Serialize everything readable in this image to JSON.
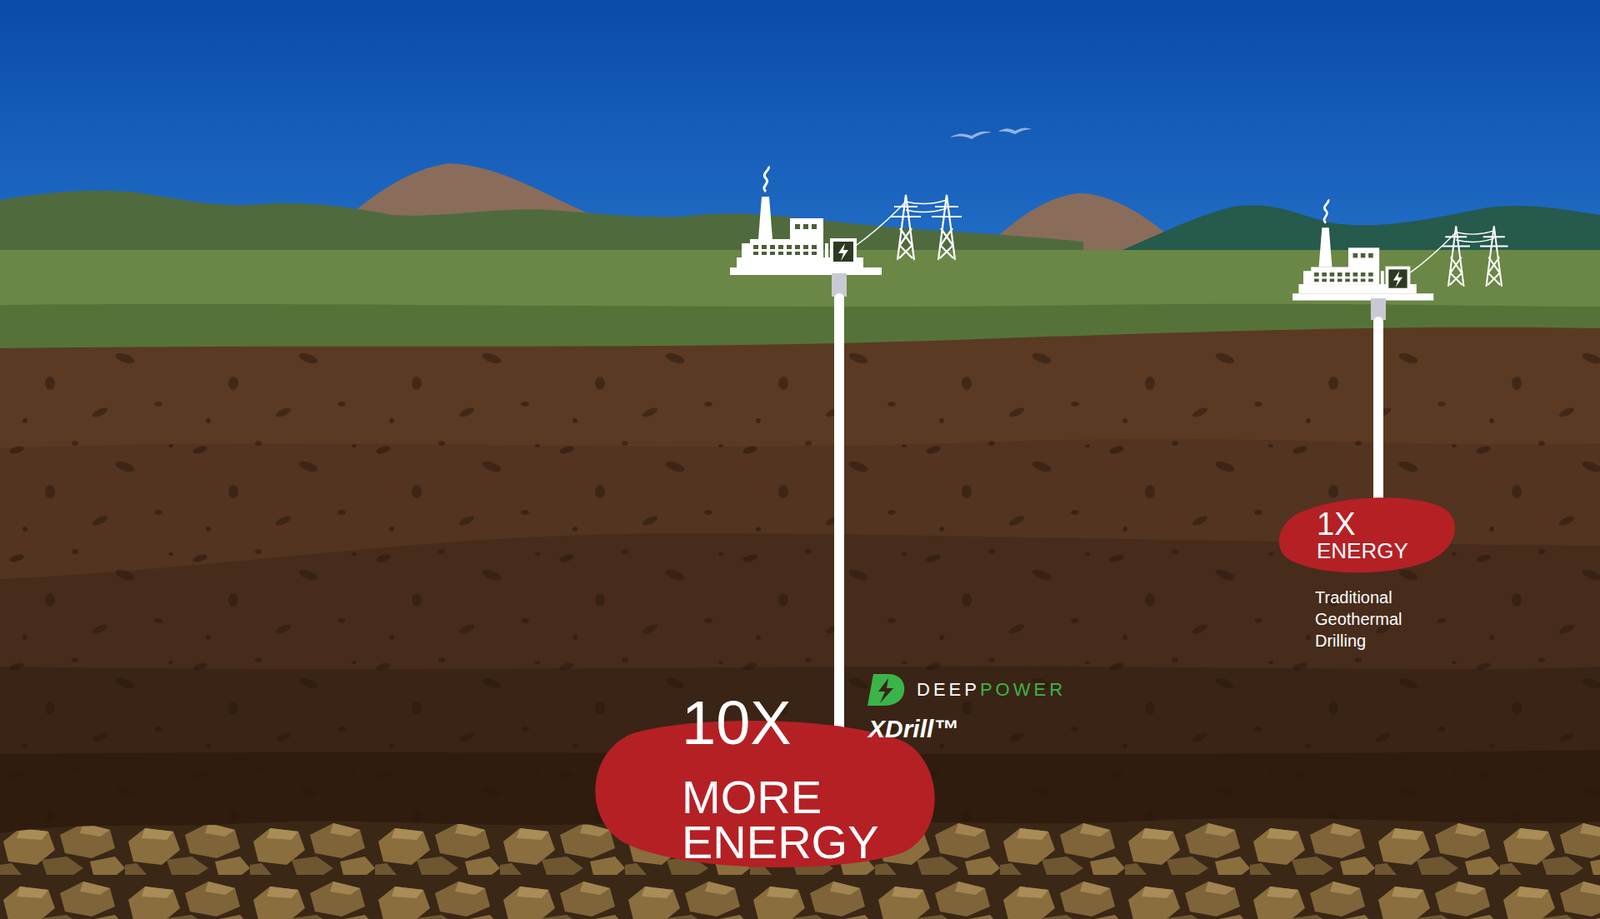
{
  "diagram": {
    "nodes": [
      {
        "text": [
          "10X",
          "MORE ENERGY"
        ]
      },
      {
        "text": [
          "1X",
          "ENERGY"
        ]
      }
    ],
    "labels": [
      "DEEP",
      "POWER",
      "XDrill™",
      "Traditional Geothermal Drilling"
    ]
  }
}
